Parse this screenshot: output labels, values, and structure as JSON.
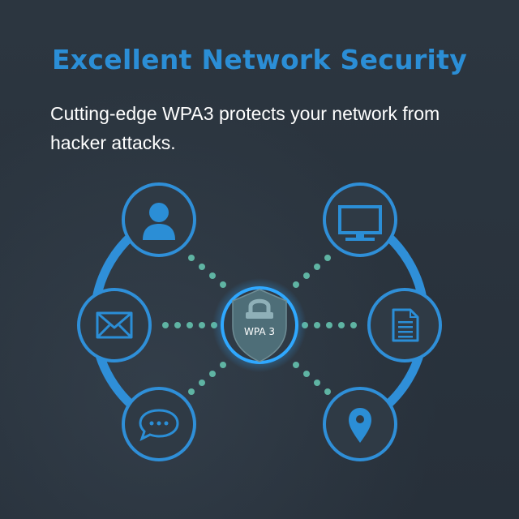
{
  "heading": {
    "title": "Excellent Network Security",
    "subtitle": "Cutting-edge WPA3 protects your network from hacker attacks."
  },
  "center": {
    "badge_label": "WPA 3",
    "icon": "shield-lock-icon"
  },
  "nodes": [
    {
      "icon": "user-icon",
      "side": "left",
      "position": "top"
    },
    {
      "icon": "envelope-icon",
      "side": "left",
      "position": "middle"
    },
    {
      "icon": "chat-bubble-icon",
      "side": "left",
      "position": "bottom"
    },
    {
      "icon": "monitor-icon",
      "side": "right",
      "position": "top"
    },
    {
      "icon": "document-icon",
      "side": "right",
      "position": "middle"
    },
    {
      "icon": "map-pin-icon",
      "side": "right",
      "position": "bottom"
    }
  ],
  "colors": {
    "background": "#2a333d",
    "title": "#2b8ed6",
    "arc": "#2f8fd8",
    "node_fill": "#2f3a45",
    "icon": "#2b8ed6",
    "dots": "#5fb4a3",
    "shield": "#4e6e78",
    "glow": "#2fa8ff"
  }
}
